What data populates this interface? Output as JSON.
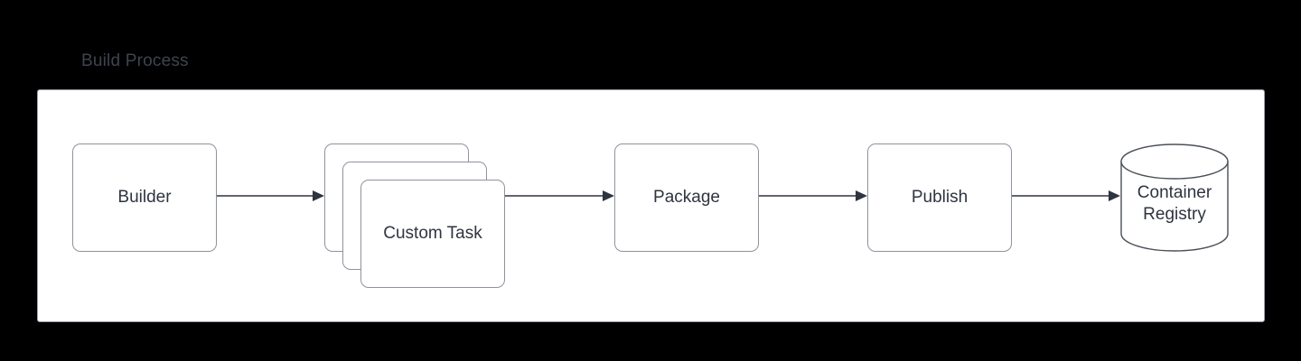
{
  "diagram": {
    "title": "Build Process",
    "background_color": "#000000",
    "panel_color": "#ffffff",
    "stroke_color": "#8d939d",
    "text_color": "#2e3440",
    "title_color": "#3d4450"
  },
  "nodes": [
    {
      "id": "builder",
      "label": "Builder",
      "shape": "rounded-rect"
    },
    {
      "id": "custom-task-back",
      "label": "Custom Task",
      "shape": "rounded-rect"
    },
    {
      "id": "custom-task-mid",
      "label": "Custom Task",
      "shape": "rounded-rect"
    },
    {
      "id": "custom-task-front",
      "label": "Custom Task",
      "shape": "rounded-rect"
    },
    {
      "id": "package",
      "label": "Package",
      "shape": "rounded-rect"
    },
    {
      "id": "publish",
      "label": "Publish",
      "shape": "rounded-rect"
    },
    {
      "id": "container-registry",
      "label_line1": "Container",
      "label_line2": "Registry",
      "shape": "cylinder"
    }
  ],
  "connectors": [
    {
      "id": "builder-to-custom-task",
      "from": "builder",
      "to": "custom-task",
      "arrowhead": "filled-triangle"
    },
    {
      "id": "custom-task-to-package",
      "from": "custom-task",
      "to": "package",
      "arrowhead": "filled-triangle"
    },
    {
      "id": "package-to-publish",
      "from": "package",
      "to": "publish",
      "arrowhead": "filled-triangle"
    },
    {
      "id": "publish-to-registry",
      "from": "publish",
      "to": "container-registry",
      "arrowhead": "filled-triangle"
    }
  ]
}
